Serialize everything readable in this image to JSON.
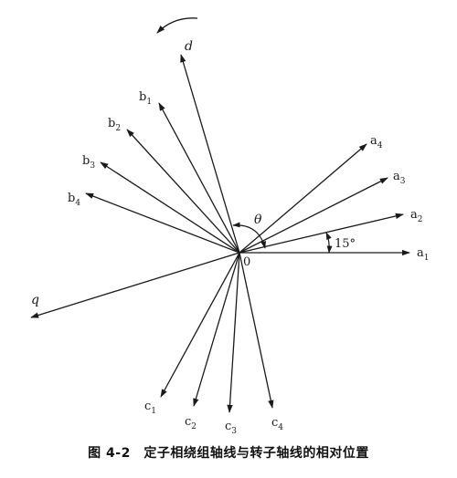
{
  "diagram": {
    "origin_label": "0",
    "angle_theta_label": "θ",
    "angle_15_label": "15°",
    "axes": [
      {
        "id": "a1",
        "base": "a",
        "sub": "1"
      },
      {
        "id": "a2",
        "base": "a",
        "sub": "2"
      },
      {
        "id": "a3",
        "base": "a",
        "sub": "3"
      },
      {
        "id": "a4",
        "base": "a",
        "sub": "4"
      },
      {
        "id": "b1",
        "base": "b",
        "sub": "1"
      },
      {
        "id": "b2",
        "base": "b",
        "sub": "2"
      },
      {
        "id": "b3",
        "base": "b",
        "sub": "3"
      },
      {
        "id": "b4",
        "base": "b",
        "sub": "4"
      },
      {
        "id": "c1",
        "base": "c",
        "sub": "1"
      },
      {
        "id": "c2",
        "base": "c",
        "sub": "2"
      },
      {
        "id": "c3",
        "base": "c",
        "sub": "3"
      },
      {
        "id": "c4",
        "base": "c",
        "sub": "4"
      },
      {
        "id": "d",
        "base": "d",
        "sub": ""
      },
      {
        "id": "q",
        "base": "q",
        "sub": ""
      }
    ]
  },
  "caption": {
    "text": "图 4-2　定子相绕组轴线与转子轴线的相对位置"
  }
}
